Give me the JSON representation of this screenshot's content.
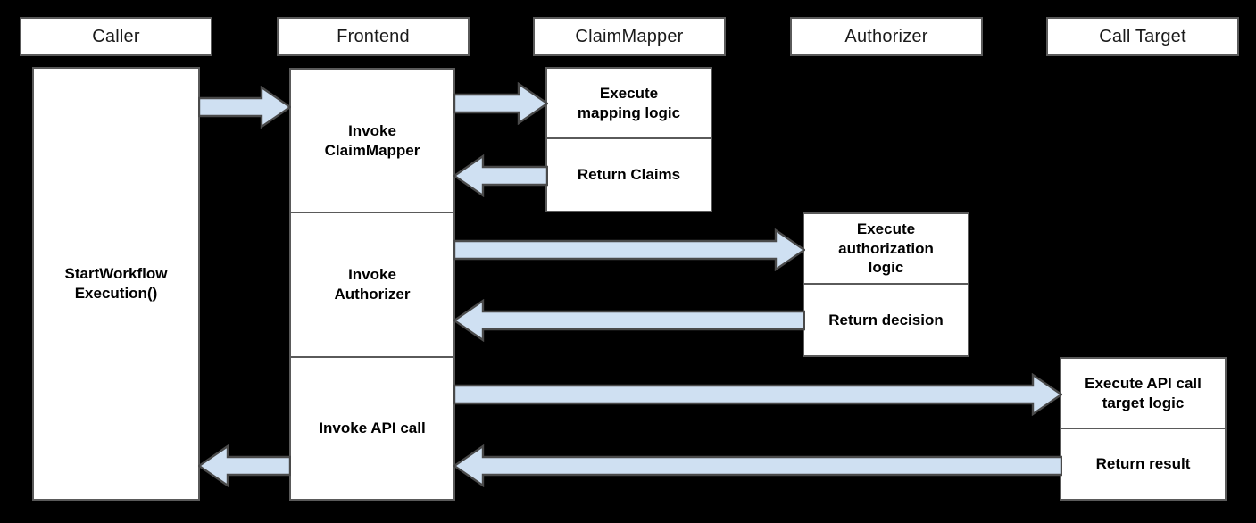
{
  "diagram": {
    "type": "sequence-diagram",
    "background_color": "#000000",
    "box_fill": "#ffffff",
    "box_border": "#5a5a5a",
    "arrow_fill": "#cfe0f2",
    "arrow_border": "#4a4a4a",
    "title": "",
    "lifelines": [
      {
        "id": "caller",
        "label": "Caller"
      },
      {
        "id": "frontend",
        "label": "Frontend"
      },
      {
        "id": "claimmapper",
        "label": "ClaimMapper"
      },
      {
        "id": "authorizer",
        "label": "Authorizer"
      },
      {
        "id": "calltarget",
        "label": "Call Target"
      }
    ],
    "activations": [
      {
        "id": "caller-start",
        "lifeline": "caller",
        "label": "StartWorkflow\nExecution()"
      },
      {
        "id": "frontend-invoke-claimmapper",
        "lifeline": "frontend",
        "label": "Invoke\nClaimMapper"
      },
      {
        "id": "frontend-invoke-authorizer",
        "lifeline": "frontend",
        "label": "Invoke\nAuthorizer"
      },
      {
        "id": "frontend-invoke-api-call",
        "lifeline": "frontend",
        "label": "Invoke API call"
      },
      {
        "id": "claimmapper-execute",
        "lifeline": "claimmapper",
        "label": "Execute\nmapping logic"
      },
      {
        "id": "claimmapper-return",
        "lifeline": "claimmapper",
        "label": "Return Claims"
      },
      {
        "id": "authorizer-execute",
        "lifeline": "authorizer",
        "label": "Execute\nauthorization\nlogic"
      },
      {
        "id": "authorizer-return",
        "lifeline": "authorizer",
        "label": "Return decision"
      },
      {
        "id": "calltarget-execute",
        "lifeline": "calltarget",
        "label": "Execute API call\ntarget logic"
      },
      {
        "id": "calltarget-return",
        "lifeline": "calltarget",
        "label": "Return result"
      }
    ],
    "messages": [
      {
        "id": "msg-caller-to-frontend",
        "from": "caller",
        "to": "frontend",
        "direction": "right",
        "label": ""
      },
      {
        "id": "msg-frontend-to-claimmapper",
        "from": "frontend",
        "to": "claimmapper",
        "direction": "right",
        "label": ""
      },
      {
        "id": "msg-claimmapper-to-frontend",
        "from": "claimmapper",
        "to": "frontend",
        "direction": "left",
        "label": ""
      },
      {
        "id": "msg-frontend-to-authorizer",
        "from": "frontend",
        "to": "authorizer",
        "direction": "right",
        "label": ""
      },
      {
        "id": "msg-authorizer-to-frontend",
        "from": "authorizer",
        "to": "frontend",
        "direction": "left",
        "label": ""
      },
      {
        "id": "msg-frontend-to-calltarget",
        "from": "frontend",
        "to": "calltarget",
        "direction": "right",
        "label": ""
      },
      {
        "id": "msg-calltarget-to-frontend",
        "from": "calltarget",
        "to": "frontend",
        "direction": "left",
        "label": ""
      },
      {
        "id": "msg-frontend-to-caller",
        "from": "frontend",
        "to": "caller",
        "direction": "left",
        "label": ""
      }
    ]
  }
}
